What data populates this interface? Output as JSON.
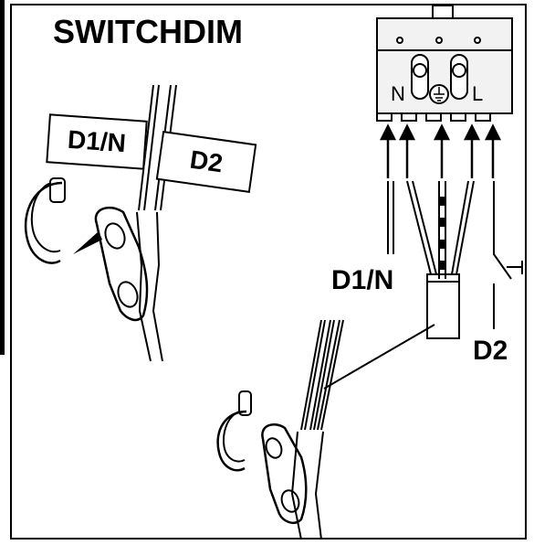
{
  "title": "SWITCHDIM",
  "tags": {
    "d1n": "D1/N",
    "d2": "D2"
  },
  "wire_labels": {
    "d1n": "D1/N",
    "d2": "D2"
  },
  "terminal": {
    "n": "N",
    "l": "L",
    "earth_icon": "earth-ground-icon"
  },
  "colors": {
    "line": "#000000",
    "background": "#ffffff",
    "connector_fill": "#f2f2f2"
  }
}
